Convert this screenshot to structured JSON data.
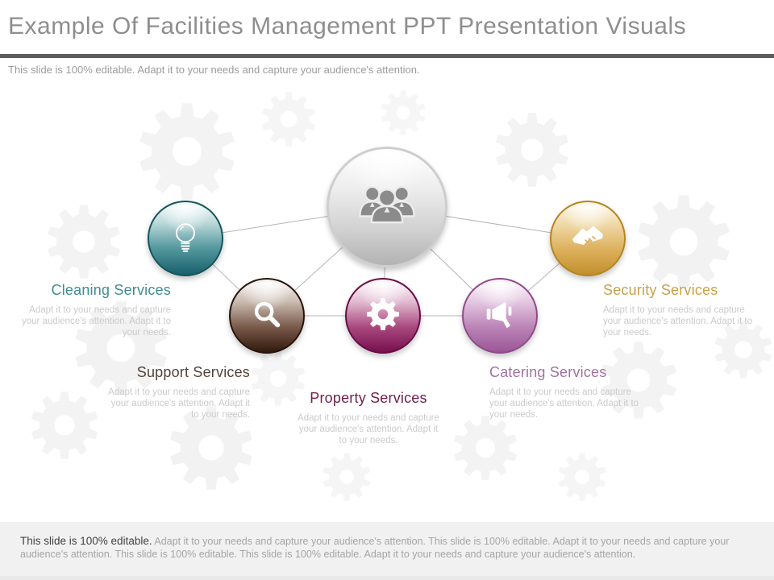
{
  "title": "Example Of Facilities Management PPT Presentation Visuals",
  "subtitle": "This slide is 100% editable. Adapt it to your needs and capture your audience's attention.",
  "center_node": {
    "icon": "team-icon"
  },
  "services": [
    {
      "name": "Cleaning Services",
      "icon": "lightbulb-icon",
      "color": "#3f8d91",
      "desc": "Adapt it to your needs and capture your audience's attention. Adapt it to your needs."
    },
    {
      "name": "Support Services",
      "icon": "magnifier-icon",
      "color": "#544337",
      "desc": "Adapt it to your needs and capture your audience's attention. Adapt it to your needs."
    },
    {
      "name": "Property Services",
      "icon": "gear-icon",
      "color": "#73204d",
      "desc": "Adapt it to your needs and capture your audience's attention. Adapt it to your needs."
    },
    {
      "name": "Catering Services",
      "icon": "megaphone-icon",
      "color": "#a172a2",
      "desc": "Adapt it to your needs and capture your audience's attention. Adapt it to your needs."
    },
    {
      "name": "Security Services",
      "icon": "handshake-icon",
      "color": "#c9a04a",
      "desc": "Adapt it to your needs and capture your audience's attention. Adapt it to your needs."
    }
  ],
  "footer": {
    "lead": "This slide is 100% editable.",
    "rest": " Adapt it to your needs and capture your audience's attention. This slide is 100% editable. Adapt it to your needs and capture your audience's attention. This slide is 100% editable. This slide is 100% editable. Adapt it to your needs and capture your audience's attention."
  }
}
